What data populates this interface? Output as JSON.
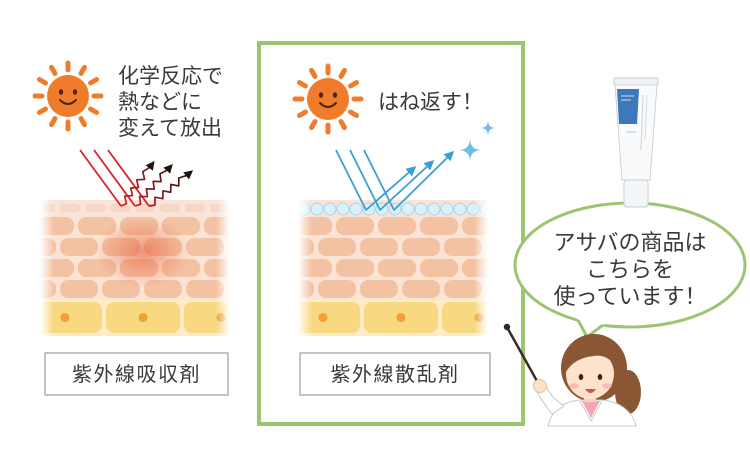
{
  "left_panel": {
    "caption_lines": [
      "化学反応で",
      "熱などに",
      "変えて放出"
    ],
    "label": "紫外線吸収剤"
  },
  "right_panel": {
    "caption": "はね返す！",
    "label": "紫外線散乱剤"
  },
  "speech_bubble": {
    "lines": [
      "アサバの商品は",
      "こちらを",
      "使っています！"
    ]
  },
  "icons": [
    "sun-icon",
    "sparkle-icon",
    "product-tube-icon",
    "presenter-character",
    "pointer-stick"
  ],
  "colors": {
    "sun": "#f07c2b",
    "frame_green": "#9cc573",
    "uv_incoming_red": "#d8232a",
    "uv_reflected_blue": "#3a9fd5",
    "skin_peach": "#f3c2a3",
    "skin_basal_yellow": "#f8d880",
    "scatter_particle": "#dcf0fa"
  }
}
